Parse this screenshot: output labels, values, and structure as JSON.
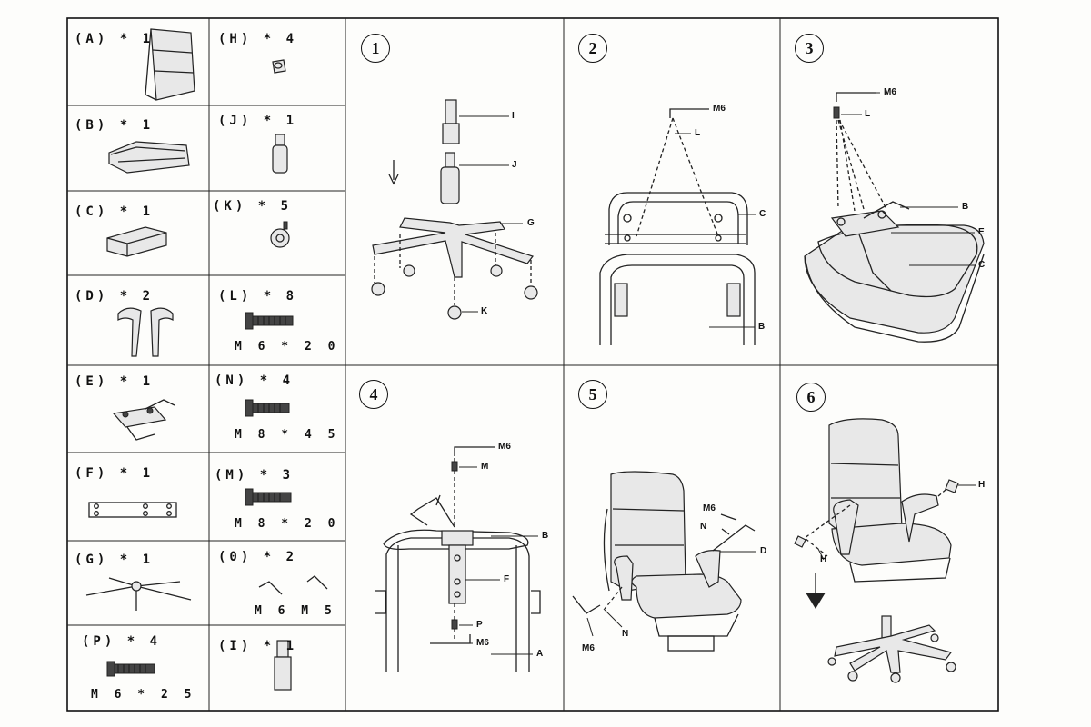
{
  "parts": [
    {
      "key": "A",
      "label": "(A) * 1",
      "spec": ""
    },
    {
      "key": "B",
      "label": "(B) * 1",
      "spec": ""
    },
    {
      "key": "C",
      "label": "(C) * 1",
      "spec": ""
    },
    {
      "key": "D",
      "label": "(D) * 2",
      "spec": ""
    },
    {
      "key": "E",
      "label": "(E) * 1",
      "spec": ""
    },
    {
      "key": "F",
      "label": "(F) * 1",
      "spec": ""
    },
    {
      "key": "G",
      "label": "(G) * 1",
      "spec": ""
    },
    {
      "key": "P",
      "label": "(P) * 4",
      "spec": "M 6 * 2 5"
    },
    {
      "key": "H",
      "label": "(H) * 4",
      "spec": ""
    },
    {
      "key": "J",
      "label": "(J) * 1",
      "spec": ""
    },
    {
      "key": "K",
      "label": "(K) * 5",
      "spec": ""
    },
    {
      "key": "L",
      "label": "(L) * 8",
      "spec": "M 6 * 2 0"
    },
    {
      "key": "N",
      "label": "(N) * 4",
      "spec": "M 8 * 4 5"
    },
    {
      "key": "M",
      "label": "(M) * 3",
      "spec": "M 8 * 2 0"
    },
    {
      "key": "O",
      "label": "(0) * 2",
      "spec": "M 6    M 5"
    },
    {
      "key": "I",
      "label": "(I) * 1",
      "spec": ""
    }
  ],
  "steps": [
    {
      "num": "1",
      "callouts": [
        "I",
        "J",
        "G",
        "K"
      ]
    },
    {
      "num": "2",
      "callouts": [
        "M6",
        "L",
        "C",
        "B"
      ]
    },
    {
      "num": "3",
      "callouts": [
        "M6",
        "L",
        "B",
        "E",
        "C"
      ]
    },
    {
      "num": "4",
      "callouts": [
        "M6",
        "M",
        "B",
        "F",
        "P",
        "M6",
        "A"
      ]
    },
    {
      "num": "5",
      "callouts": [
        "M6",
        "N",
        "D",
        "M6",
        "N"
      ]
    },
    {
      "num": "6",
      "callouts": [
        "H",
        "H"
      ]
    }
  ]
}
